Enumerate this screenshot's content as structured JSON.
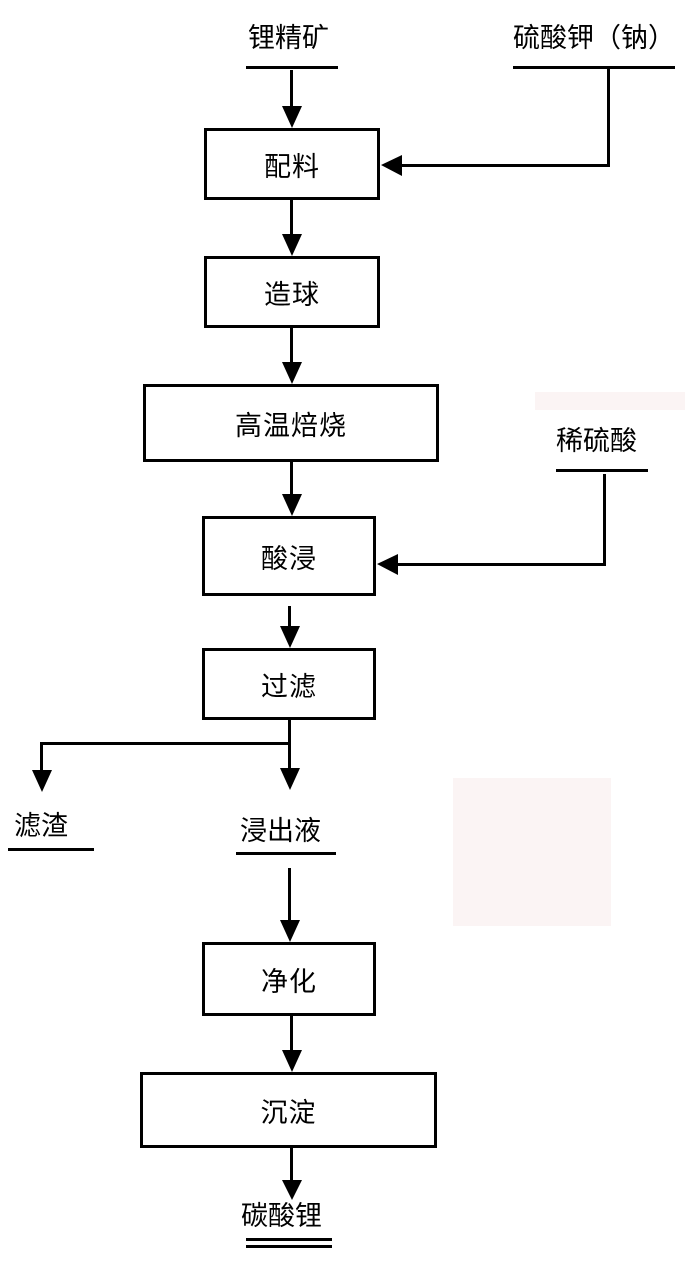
{
  "inputs": {
    "ore": "锂精矿",
    "sulfate": "硫酸钾（钠）",
    "acid": "稀硫酸"
  },
  "steps": {
    "mixing": "配料",
    "pelletizing": "造球",
    "roasting": "高温焙烧",
    "leaching": "酸浸",
    "filtering": "过滤",
    "purifying": "净化",
    "precipitating": "沉淀"
  },
  "outputs": {
    "residue": "滤渣",
    "leachate": "浸出液",
    "product": "碳酸锂"
  },
  "colors": {
    "line": "#000000",
    "background": "#ffffff"
  }
}
